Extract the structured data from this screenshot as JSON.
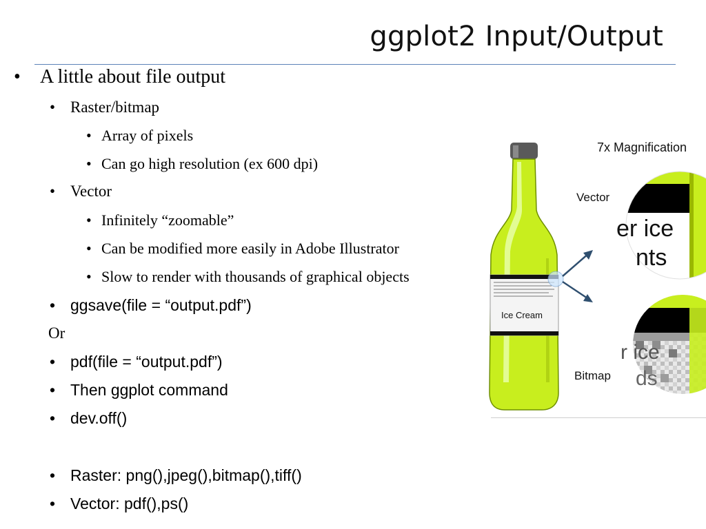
{
  "slide": {
    "title": "ggplot2 Input/Output"
  },
  "bullets": [
    {
      "level": 1,
      "text": "A little about file output"
    },
    {
      "level": 2,
      "text": "Raster/bitmap"
    },
    {
      "level": 3,
      "text": "Array of pixels"
    },
    {
      "level": 3,
      "text": "Can go high resolution (ex 600 dpi)"
    },
    {
      "level": 2,
      "text": "Vector"
    },
    {
      "level": 3,
      "text": "Infinitely “zoomable”"
    },
    {
      "level": 3,
      "text": "Can be modified more easily in Adobe Illustrator"
    },
    {
      "level": 3,
      "text": "Slow to render with thousands of graphical objects"
    },
    {
      "level": 2,
      "text": "ggsave(file = “output.pdf”)"
    },
    {
      "level": 0,
      "text": "Or"
    },
    {
      "level": 2,
      "text": "pdf(file = “output.pdf”)"
    },
    {
      "level": 2,
      "text": "Then ggplot command"
    },
    {
      "level": 2,
      "text": "dev.off()"
    },
    {
      "level": 2,
      "text": "Raster: png(),jpeg(),bitmap(),tiff()"
    },
    {
      "level": 2,
      "text": "Vector: pdf(),ps()"
    }
  ],
  "bullet_glyph": "•",
  "illustration": {
    "magnification_label": "7x Magnification",
    "vector_label": "Vector",
    "bitmap_label": "Bitmap",
    "bottle_label": "Ice Cream",
    "vector_zoom_line1": "er ice",
    "vector_zoom_line2": "nts",
    "bitmap_zoom_line1": "r ice",
    "bitmap_zoom_line2": "ds",
    "bottle_color": "#c8ee1e",
    "cap_color": "#5a5a5a"
  }
}
